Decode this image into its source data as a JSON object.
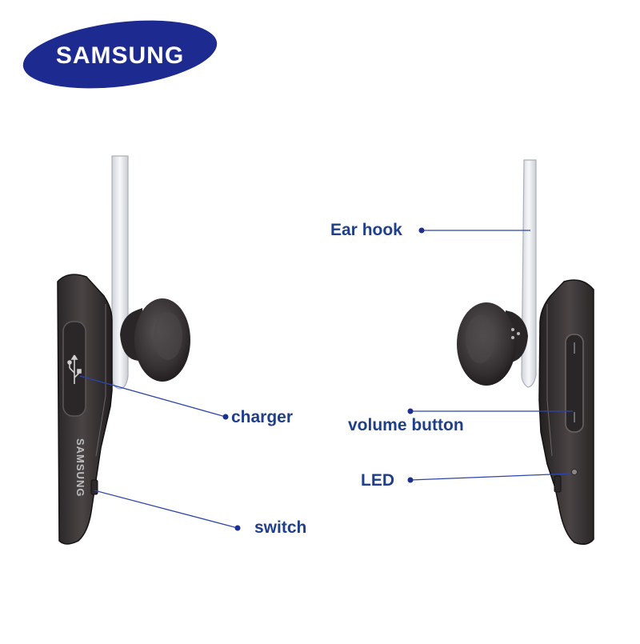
{
  "brand": {
    "logo_text": "SAMSUNG",
    "logo_color": "#1d2a8f",
    "body_imprint": "SAMSUNG"
  },
  "callouts": {
    "ear_hook": "Ear hook",
    "charger": "charger",
    "volume_button": "volume button",
    "led": "LED",
    "switch": "switch"
  },
  "colors": {
    "label": "#1f3f8a",
    "leader_line": "#2c45a8",
    "headset_body": "#3a3536",
    "ear_hook": "#e6e8ec"
  }
}
